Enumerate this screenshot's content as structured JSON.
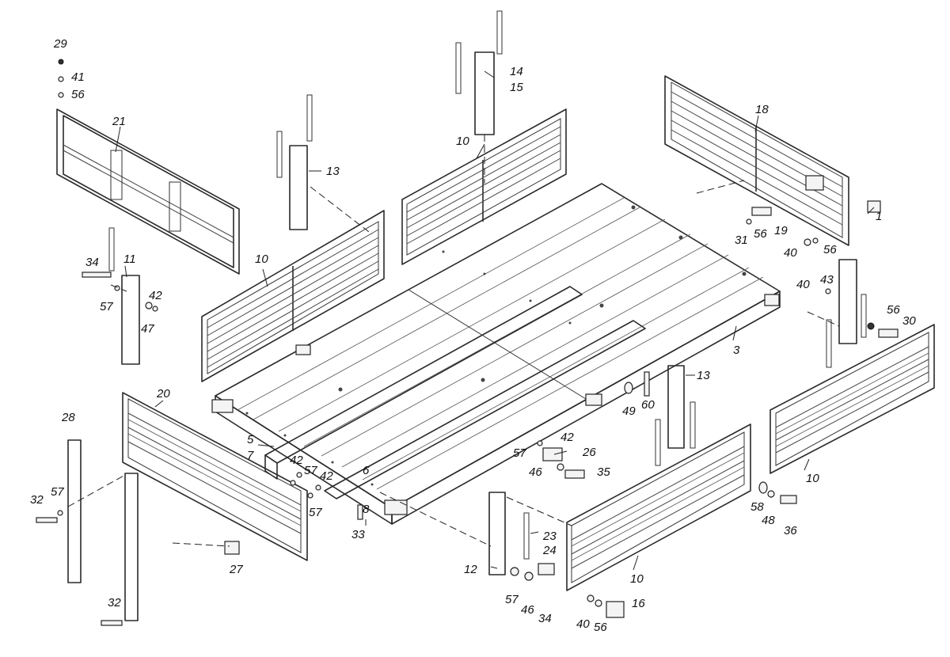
{
  "callouts": [
    {
      "id": "c29",
      "text": "29"
    },
    {
      "id": "c41",
      "text": "41"
    },
    {
      "id": "c56a",
      "text": "56"
    },
    {
      "id": "c21",
      "text": "21"
    },
    {
      "id": "c13a",
      "text": "13"
    },
    {
      "id": "c14",
      "text": "14"
    },
    {
      "id": "c15",
      "text": "15"
    },
    {
      "id": "c10a",
      "text": "10"
    },
    {
      "id": "c18",
      "text": "18"
    },
    {
      "id": "c1",
      "text": "1"
    },
    {
      "id": "c31",
      "text": "31"
    },
    {
      "id": "c56b",
      "text": "56"
    },
    {
      "id": "c19",
      "text": "19"
    },
    {
      "id": "c40a",
      "text": "40"
    },
    {
      "id": "c56c",
      "text": "56"
    },
    {
      "id": "c10b",
      "text": "10"
    },
    {
      "id": "c34a",
      "text": "34"
    },
    {
      "id": "c11",
      "text": "11"
    },
    {
      "id": "c57a",
      "text": "57"
    },
    {
      "id": "c42a",
      "text": "42"
    },
    {
      "id": "c47",
      "text": "47"
    },
    {
      "id": "c40b",
      "text": "40"
    },
    {
      "id": "c43",
      "text": "43"
    },
    {
      "id": "c56d",
      "text": "56"
    },
    {
      "id": "c30",
      "text": "30"
    },
    {
      "id": "c3",
      "text": "3"
    },
    {
      "id": "c20",
      "text": "20"
    },
    {
      "id": "c49",
      "text": "49"
    },
    {
      "id": "c60",
      "text": "60"
    },
    {
      "id": "c13b",
      "text": "13"
    },
    {
      "id": "c28",
      "text": "28"
    },
    {
      "id": "c5",
      "text": "5"
    },
    {
      "id": "c7",
      "text": "7"
    },
    {
      "id": "c42b",
      "text": "42"
    },
    {
      "id": "c57b",
      "text": "57"
    },
    {
      "id": "c42c",
      "text": "42"
    },
    {
      "id": "c6",
      "text": "6"
    },
    {
      "id": "c42d",
      "text": "42"
    },
    {
      "id": "c57c",
      "text": "57"
    },
    {
      "id": "c26",
      "text": "26"
    },
    {
      "id": "c46a",
      "text": "46"
    },
    {
      "id": "c35",
      "text": "35"
    },
    {
      "id": "c10c",
      "text": "10"
    },
    {
      "id": "c32a",
      "text": "32"
    },
    {
      "id": "c57d",
      "text": "57"
    },
    {
      "id": "c57e",
      "text": "57"
    },
    {
      "id": "c8",
      "text": "8"
    },
    {
      "id": "c33",
      "text": "33"
    },
    {
      "id": "c58",
      "text": "58"
    },
    {
      "id": "c48",
      "text": "48"
    },
    {
      "id": "c36",
      "text": "36"
    },
    {
      "id": "c23",
      "text": "23"
    },
    {
      "id": "c24",
      "text": "24"
    },
    {
      "id": "c27",
      "text": "27"
    },
    {
      "id": "c12",
      "text": "12"
    },
    {
      "id": "c10d",
      "text": "10"
    },
    {
      "id": "c57f",
      "text": "57"
    },
    {
      "id": "c46b",
      "text": "46"
    },
    {
      "id": "c34b",
      "text": "34"
    },
    {
      "id": "c16",
      "text": "16"
    },
    {
      "id": "c40c",
      "text": "40"
    },
    {
      "id": "c56e",
      "text": "56"
    },
    {
      "id": "c32b",
      "text": "32"
    }
  ]
}
